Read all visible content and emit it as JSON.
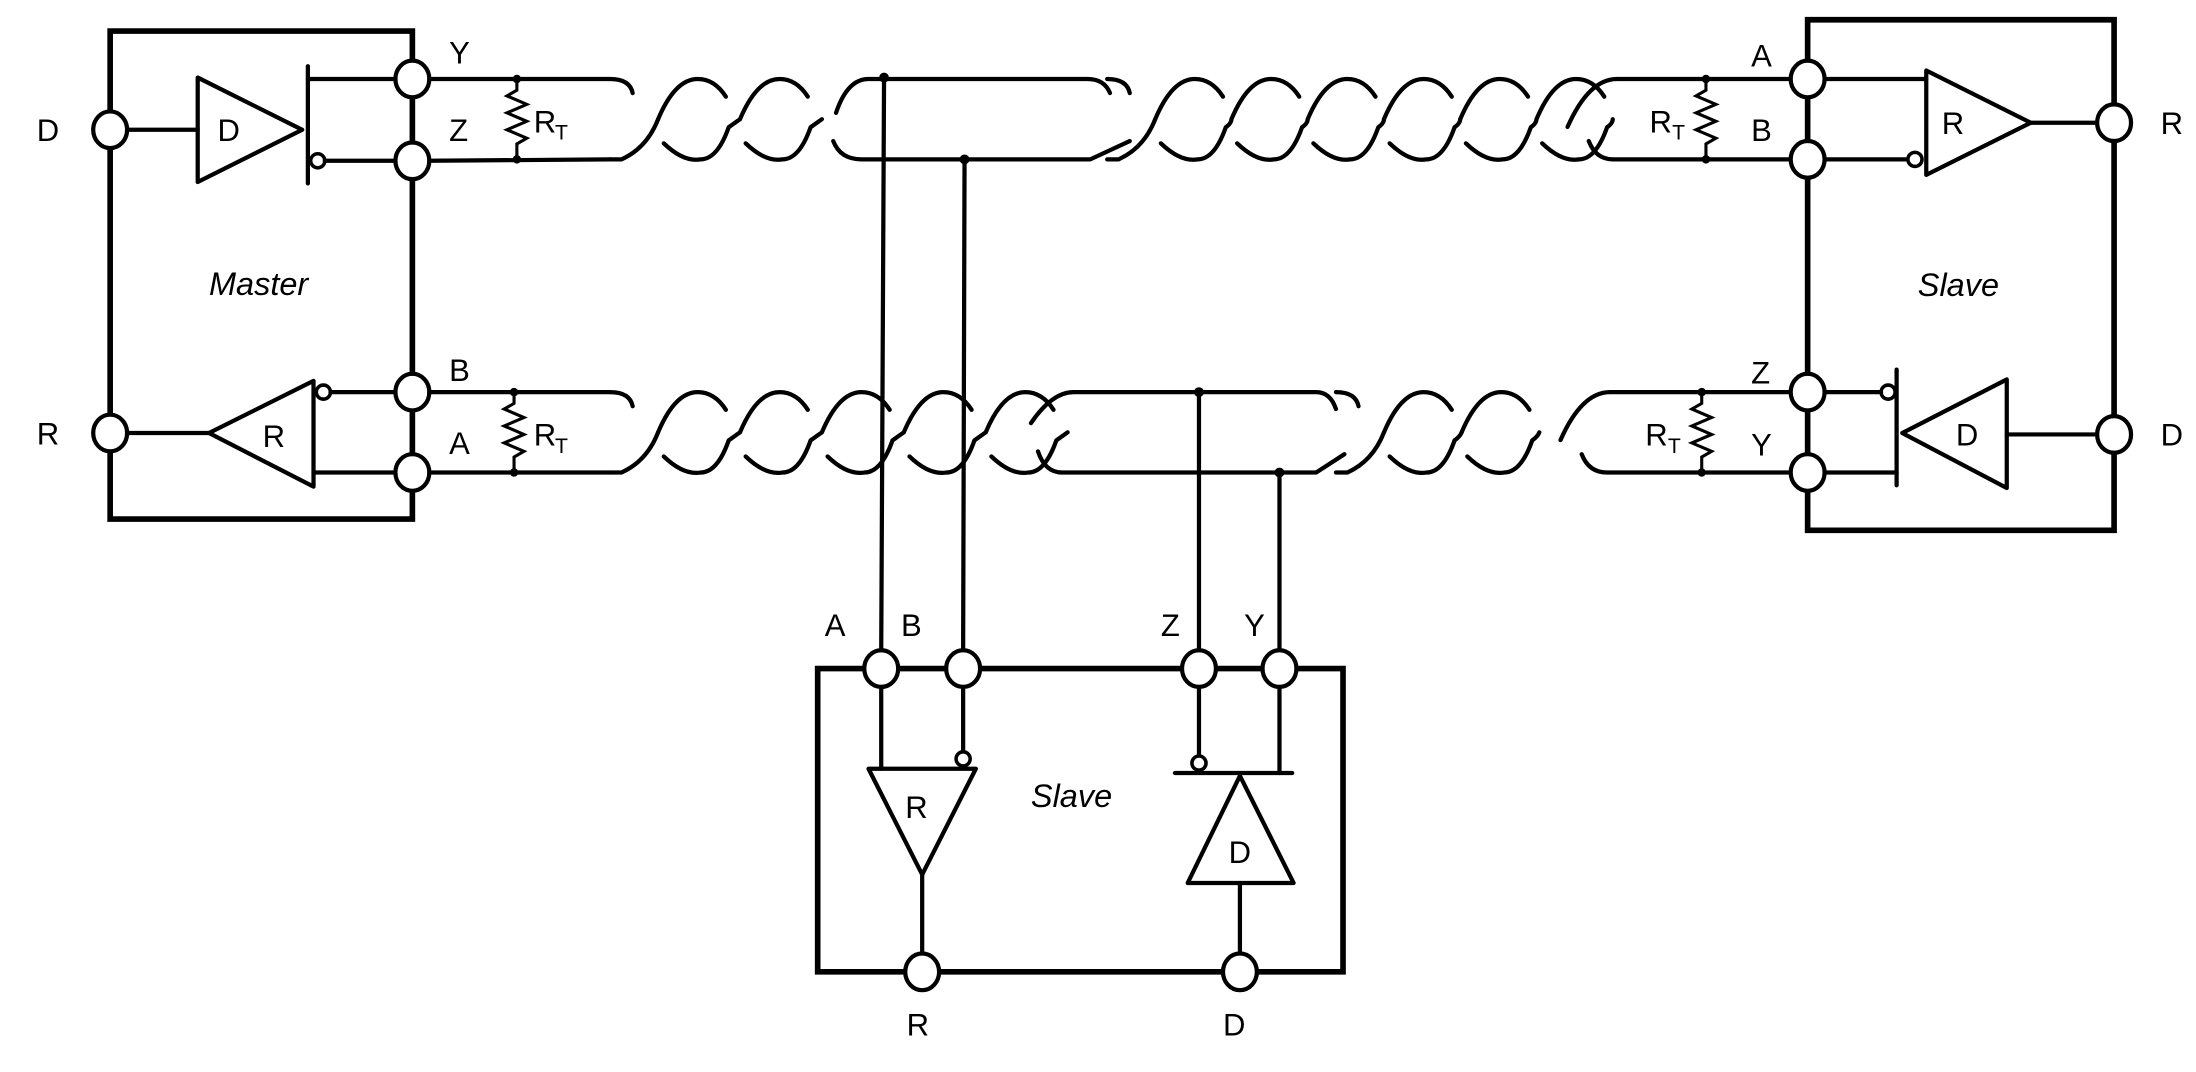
{
  "diagram": {
    "type": "RS-485/RS-422 full-duplex multipoint network",
    "nodes": [
      {
        "id": "master",
        "title": "Master",
        "driver": {
          "label": "D",
          "input_pin": "D",
          "outputs": [
            "Y",
            "Z"
          ]
        },
        "receiver": {
          "label": "R",
          "output_pin": "R",
          "inputs": [
            "B",
            "A"
          ]
        }
      },
      {
        "id": "slave-right",
        "title": "Slave",
        "receiver": {
          "label": "R",
          "output_pin": "R",
          "inputs": [
            "A",
            "B"
          ]
        },
        "driver": {
          "label": "D",
          "input_pin": "D",
          "outputs": [
            "Z",
            "Y"
          ]
        }
      },
      {
        "id": "slave-bottom",
        "title": "Slave",
        "receiver": {
          "label": "R",
          "output_pin": "R",
          "inputs": [
            "A",
            "B"
          ]
        },
        "driver": {
          "label": "D",
          "input_pin": "D",
          "outputs": [
            "Z",
            "Y"
          ]
        }
      }
    ],
    "terminations": [
      {
        "label": "R",
        "subscript": "T"
      },
      {
        "label": "R",
        "subscript": "T"
      },
      {
        "label": "R",
        "subscript": "T"
      },
      {
        "label": "R",
        "subscript": "T"
      }
    ],
    "labels": {
      "master_title": "Master",
      "master_D": "D",
      "master_R": "R",
      "master_Y": "Y",
      "master_Z": "Z",
      "master_B": "B",
      "master_A": "A",
      "master_drv": "D",
      "master_rcv": "R",
      "sr_title": "Slave",
      "sr_A": "A",
      "sr_B": "B",
      "sr_Z": "Z",
      "sr_Y": "Y",
      "sr_R": "R",
      "sr_D": "D",
      "sr_rcv": "R",
      "sr_drv": "D",
      "sb_title": "Slave",
      "sb_A": "A",
      "sb_B": "B",
      "sb_Z": "Z",
      "sb_Y": "Y",
      "sb_R": "R",
      "sb_D": "D",
      "sb_rcv": "R",
      "sb_drv": "D",
      "rt": "R",
      "rt_sub": "T"
    }
  }
}
